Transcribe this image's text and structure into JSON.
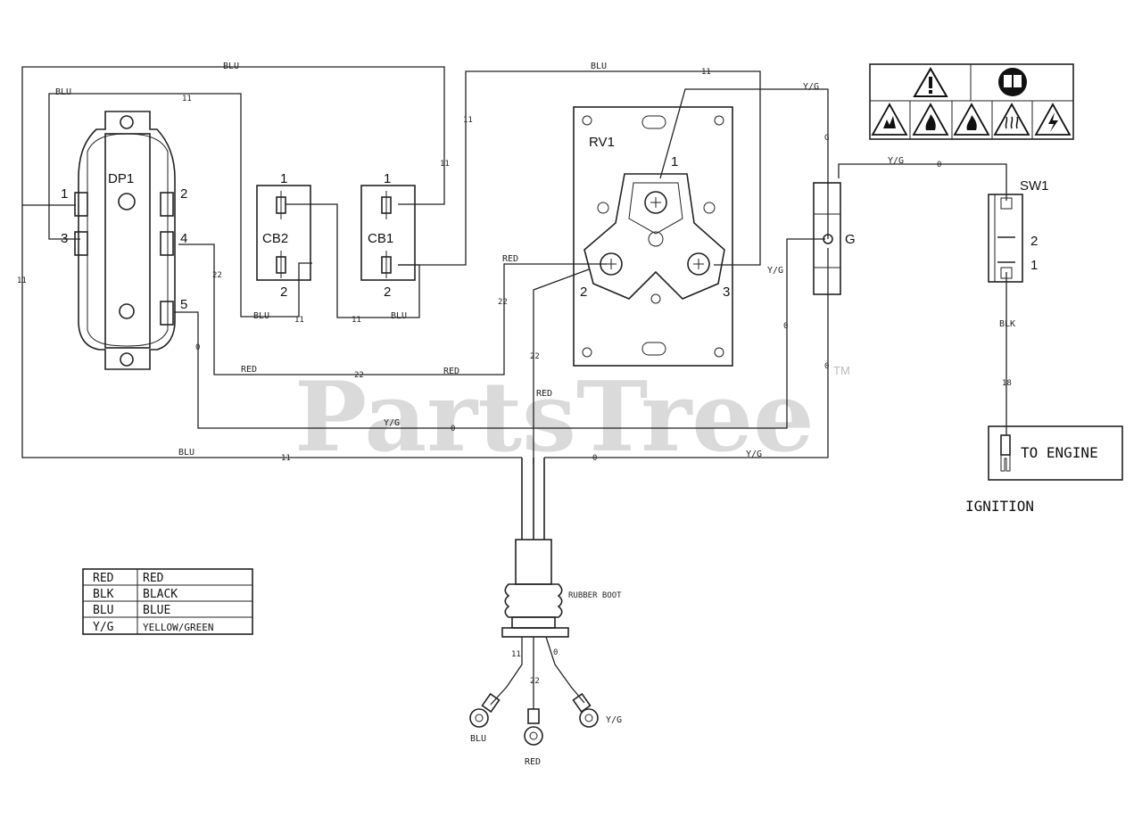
{
  "watermark": {
    "text": "PartsTree",
    "tm": "TM"
  },
  "components": {
    "dp1": {
      "label": "DP1",
      "t1": "1",
      "t2": "2",
      "t3": "3",
      "t4": "4",
      "t5": "5"
    },
    "cb2": {
      "label": "CB2",
      "t1": "1",
      "t2": "2"
    },
    "cb1": {
      "label": "CB1",
      "t1": "1",
      "t2": "2"
    },
    "rv1": {
      "label": "RV1",
      "t1": "1",
      "t2": "2",
      "t3": "3"
    },
    "ground": {
      "label": "G"
    },
    "sw1": {
      "label": "SW1",
      "t1": "1",
      "t2": "2"
    },
    "engine": {
      "label": "TO ENGINE",
      "caption": "IGNITION"
    },
    "boot": {
      "label": "RUBBER BOOT"
    }
  },
  "wires": {
    "top_blu_left": "BLU",
    "inner_blu": "BLU",
    "inner_num": "11",
    "blu11_a": "11",
    "top_blu_mid": "BLU",
    "top_mid_num": "11",
    "cb1_up_num": "11",
    "yg_top": "Y/G",
    "g_vert": "G",
    "yg_sw": "Y/G",
    "yg_sw_num": "0",
    "red_rv2": "RED",
    "red_22_vert": "22",
    "red_22_dp": "22",
    "red_bottom": "RED",
    "red_bottom2": "RED",
    "red_bottom_num": "22",
    "cb2_blu": "BLU",
    "cb2_num": "11",
    "cb1_blu": "BLU",
    "cb1_num": "11",
    "yg_rv3": "Y/G",
    "g_0_vert": "0",
    "g_0_vert2": "0",
    "yg_mid": "Y/G",
    "yg_mid_num": "0",
    "dp5_0": "0",
    "blu_bottom": "BLU",
    "blu_bottom_num": "11",
    "yg_bottom": "Y/G",
    "yg_bottom_num": "0",
    "left_vert_num": "11",
    "red_harness": "RED",
    "red_harness_num": "22",
    "blk": "BLK",
    "blk_num": "18",
    "lead_11": "11",
    "lead_22": "22",
    "lead_0": "0",
    "lead_blu": "BLU",
    "lead_red": "RED",
    "lead_yg": "Y/G"
  },
  "legend": {
    "rows": [
      {
        "code": "RED",
        "name": "RED"
      },
      {
        "code": "BLK",
        "name": "BLACK"
      },
      {
        "code": "BLU",
        "name": "BLUE"
      },
      {
        "code": "Y/G",
        "name": "YELLOW/GREEN"
      }
    ]
  },
  "warning_label": {
    "top_icons": [
      "warning-triangle-icon",
      "read-manual-icon"
    ],
    "bottom_icons": [
      "explosion-hazard-icon",
      "fire-hazard-icon",
      "flammable-icon",
      "hot-surface-icon",
      "electric-shock-icon"
    ]
  }
}
